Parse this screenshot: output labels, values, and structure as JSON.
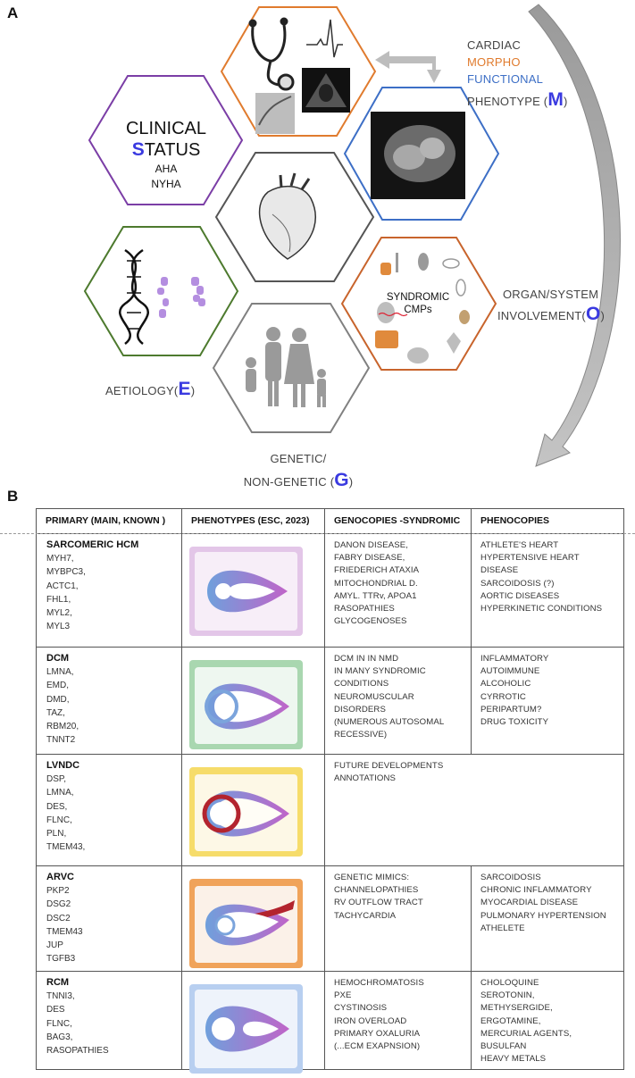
{
  "panel_a_label": "A",
  "panel_b_label": "B",
  "clinical": {
    "line1": "CLINICAL",
    "initial": "S",
    "rest": "TATUS",
    "aha": "AHA",
    "nyha": "NYHA"
  },
  "cardiac": {
    "cardiac": "CARDIAC",
    "morpho": "MORPHO",
    "functional": "FUNCTIONAL",
    "phenotype": "PHENOTYPE (",
    "letter": "M",
    "close": ")"
  },
  "syndromic": {
    "line1": "SYNDROMIC",
    "line2": "CMPs"
  },
  "organ": {
    "line1": "ORGAN/SYSTEM",
    "line2": "INVOLVEMENT(",
    "letter": "O",
    "close": ")"
  },
  "aetiology": {
    "text": "AETIOLOGY(",
    "letter": "E",
    "close": ")"
  },
  "genetic": {
    "line1": "GENETIC/",
    "line2": "NON-GENETIC (",
    "letter": "G",
    "close": ")"
  },
  "icons": [
    "stethoscope-icon",
    "ecg-icon",
    "echo-image",
    "angiogram-image",
    "mri-image",
    "heart-icon",
    "dna-icon",
    "family-icon",
    "organs-icon"
  ],
  "colors": {
    "purple": "#7b3ea6",
    "orange": "#e07b2e",
    "blue": "#3d6fc6",
    "green": "#4d7a2e",
    "grey": "#808080",
    "dark": "#444444",
    "accent": "#3a3ae0",
    "syndromic_orange": "#c8642c"
  },
  "table": {
    "headers": [
      "PRIMARY (MAIN, KNOWN )",
      "PHENOTYPES (ESC, 2023)",
      "GENOCOPIES -SYNDROMIC",
      "PHENOCOPIES"
    ],
    "rows": [
      {
        "title": "SARCOMERIC HCM",
        "genes": [
          "MYH7,",
          "MYBPC3,",
          "ACTC1,",
          "FHL1,",
          "MYL2,",
          "MYL3"
        ],
        "genocopies": [
          "DANON DISEASE,",
          "FABRY DISEASE,",
          "FRIEDERICH ATAXIA",
          "MITOCHONDRIAL D.",
          "AMYL. TTRv, APOA1",
          "RASOPATHIES",
          "GLYCOGENOSES"
        ],
        "phenocopies": [
          "ATHLETE'S HEART",
          "HYPERTENSIVE HEART",
          "DISEASE",
          "SARCOIDOSIS (?)",
          "AORTIC DISEASES",
          "HYPERKINETIC CONDITIONS"
        ]
      },
      {
        "title": "DCM",
        "genes": [
          "LMNA,",
          "EMD,",
          "DMD,",
          "TAZ,",
          "RBM20,",
          "TNNT2"
        ],
        "genocopies": [
          "DCM IN  IN NMD",
          "IN MANY SYNDROMIC",
          "CONDITIONS",
          "NEUROMUSCULAR",
          "DISORDERS",
          "(NUMEROUS AUTOSOMAL",
          "RECESSIVE)"
        ],
        "phenocopies": [
          "INFLAMMATORY",
          "AUTOIMMUNE",
          "ALCOHOLIC",
          "CYRROTIC",
          "PERIPARTUM?",
          "DRUG TOXICITY"
        ]
      },
      {
        "title": "LVNDC",
        "genes": [
          "DSP,",
          "LMNA,",
          "DES,",
          "FLNC,",
          "PLN,",
          "TMEM43,"
        ],
        "genocopies": [
          "FUTURE DEVELOPMENTS",
          "ANNOTATIONS"
        ],
        "phenocopies": []
      },
      {
        "title": "ARVC",
        "genes": [
          "PKP2",
          "DSG2",
          "DSC2",
          "TMEM43",
          "JUP",
          "TGFB3"
        ],
        "genocopies": [
          "GENETIC MIMICS:",
          "CHANNELOPATHIES",
          "RV OUTFLOW TRACT",
          "TACHYCARDIA"
        ],
        "phenocopies": [
          "SARCOIDOSIS",
          "CHRONIC INFLAMMATORY",
          "MYOCARDIAL DISEASE",
          "PULMONARY HYPERTENSION",
          "ATHELETE"
        ]
      },
      {
        "title": "RCM",
        "genes": [
          "TNNI3,",
          "DES",
          "FLNC,",
          "BAG3,",
          "RASOPATHIES"
        ],
        "genocopies": [
          "HEMOCHROMATOSIS",
          "PXE",
          "CYSTINOSIS",
          "IRON OVERLOAD",
          "PRIMARY OXALURIA",
          "(...ECM EXAPNSION)"
        ],
        "phenocopies": [
          "CHOLOQUINE",
          "SEROTONIN,",
          "METHYSERGIDE,",
          "ERGOTAMINE,",
          "MERCURIAL AGENTS,",
          "BUSULFAN",
          "HEAVY METALS"
        ]
      }
    ]
  }
}
